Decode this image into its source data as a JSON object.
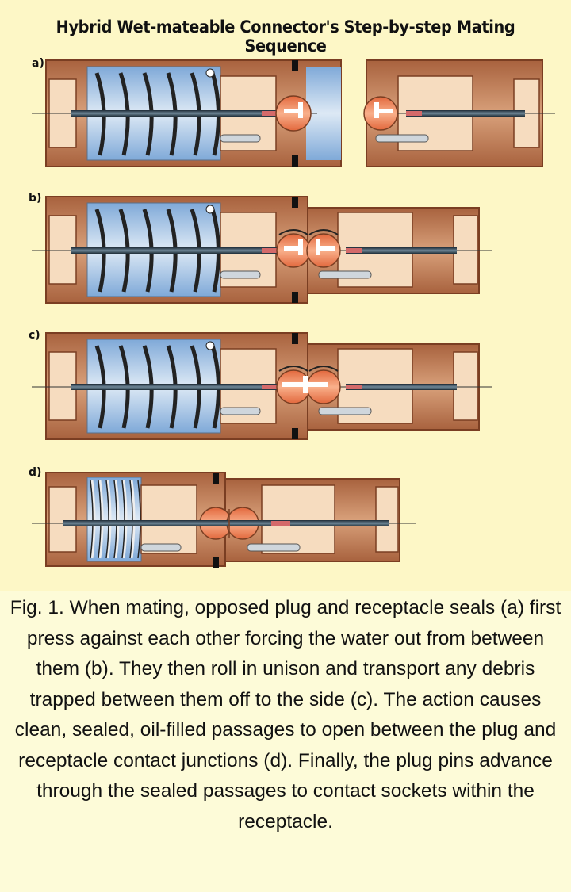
{
  "title": "Hybrid Wet-mateable Connector's Step-by-step Mating Sequence",
  "steps": [
    {
      "label": "a)"
    },
    {
      "label": "b)"
    },
    {
      "label": "c)"
    },
    {
      "label": "d)"
    }
  ],
  "caption": "Fig. 1. When mating, opposed plug and receptacle seals (a) first press against each other forcing the water out from between them (b). They then roll in unison and transport any debris trapped between them off to the side (c). The action causes clean, sealed, oil-filled passages to open between the plug and receptacle contact junctions (d). Finally, the plug pins advance through the sealed passages to contact sockets within the receptacle.",
  "colors": {
    "body": "#c58a63",
    "body_dark": "#8a4a2c",
    "chamber": "#f6dcbf",
    "water": "#a9c6e6",
    "seal": "#f08f61",
    "pin": "#2a3c4a",
    "background": "#fdf7c6"
  }
}
